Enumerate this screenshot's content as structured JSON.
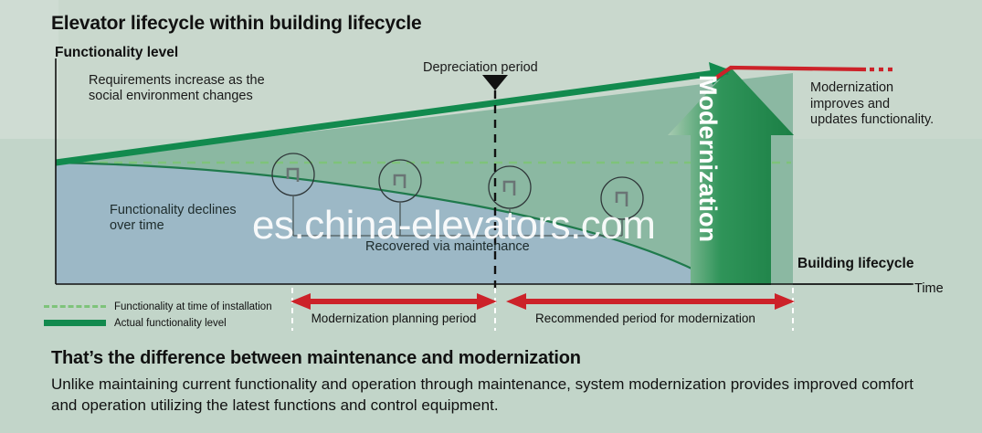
{
  "title": "Elevator lifecycle within building lifecycle",
  "axes": {
    "y_title": "Functionality level",
    "x_title": "Time",
    "building_lifecycle": "Building lifecycle"
  },
  "annotations": {
    "requirements": "Requirements increase as the\nsocial environment changes",
    "depreciation": "Depreciation period",
    "modernization_note": "Modernization\nimproves and\nupdates functionality.",
    "decline": "Functionality declines\nover time",
    "recovered": "Recovered via maintenance",
    "arrow_word": "Modernization"
  },
  "legend": [
    {
      "style": "dashed",
      "color": "#7ec37a",
      "label": "Functionality at time of installation"
    },
    {
      "style": "solid",
      "color": "#128a4e",
      "label": "Actual functionality level"
    }
  ],
  "periods": [
    {
      "label": "Modernization planning period"
    },
    {
      "label": "Recommended period for modernization"
    }
  ],
  "footer": {
    "heading": "That’s the difference between maintenance and modernization",
    "body": "Unlike maintaining current functionality and operation through maintenance, system modernization provides improved comfort and operation utilizing the latest functions and control equipment."
  },
  "watermark": "es.china-elevators.com",
  "colors": {
    "background": "#c2d5c9",
    "background_band": "#c9d8cd",
    "green_line": "#128a4e",
    "green_fill": "#8bb8a2",
    "blue_fill": "#9cb8c6",
    "red": "#cc2229",
    "dashed_green": "#7ec37a",
    "arrow_green_light": "#7fb88b",
    "arrow_green_dark": "#1f8a4c"
  },
  "chart_data": {
    "type": "area",
    "title": "Elevator lifecycle within building lifecycle",
    "xlabel": "Time",
    "ylabel": "Functionality level",
    "grid": false,
    "legend_position": "bottom-left",
    "series": [
      {
        "name": "Required functionality level (rises over time)",
        "type": "line",
        "color": "#128a4e",
        "points": [
          [
            0,
            50
          ],
          [
            100,
            95
          ]
        ]
      },
      {
        "name": "Functionality at time of installation",
        "type": "reference-line",
        "style": "dashed",
        "color": "#7ec37a",
        "value": 50
      },
      {
        "name": "Actual functionality level (declines over time)",
        "type": "curve",
        "color": "#1f7a4c",
        "points": [
          [
            0,
            50
          ],
          [
            20,
            48
          ],
          [
            40,
            44
          ],
          [
            60,
            37
          ],
          [
            80,
            25
          ],
          [
            92,
            5
          ]
        ]
      },
      {
        "name": "Modernization restoration",
        "type": "line",
        "color": "#cc2229",
        "points": [
          [
            88,
            93
          ],
          [
            100,
            96
          ]
        ]
      }
    ],
    "maintenance_events": [
      {
        "x": 25,
        "note": "Recovered via maintenance"
      },
      {
        "x": 39,
        "note": "Recovered via maintenance"
      },
      {
        "x": 53,
        "note": "Recovered via maintenance"
      },
      {
        "x": 68,
        "note": "Recovered via maintenance"
      }
    ],
    "markers": [
      {
        "label": "Depreciation period",
        "x": 52,
        "type": "vertical-dashed-with-triangle"
      }
    ],
    "spans": [
      {
        "label": "Modernization planning period",
        "from": 25,
        "to": 52
      },
      {
        "label": "Recommended period for modernization",
        "from": 52,
        "to": 92
      }
    ]
  }
}
